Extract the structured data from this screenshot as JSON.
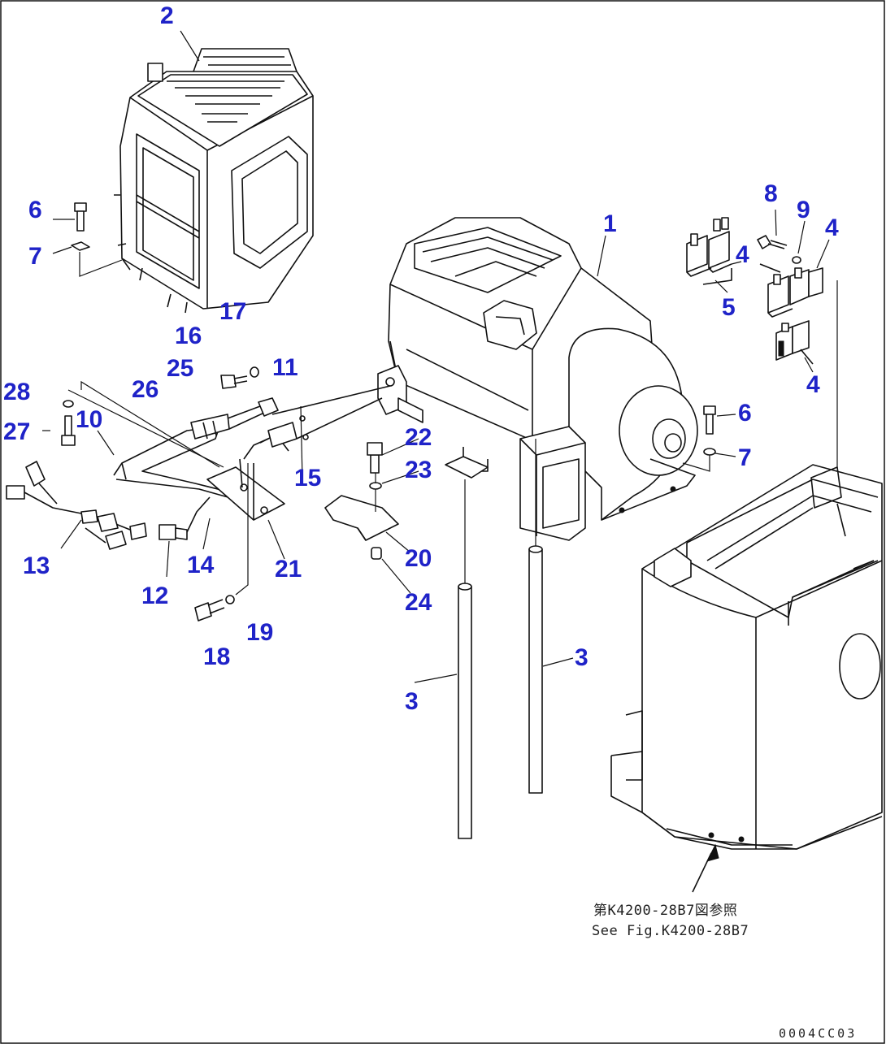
{
  "diagram": {
    "callouts": [
      {
        "id": "c2",
        "text": "2"
      },
      {
        "id": "c1",
        "text": "1"
      },
      {
        "id": "c8",
        "text": "8"
      },
      {
        "id": "c9",
        "text": "9"
      },
      {
        "id": "c4a",
        "text": "4"
      },
      {
        "id": "c4b",
        "text": "4"
      },
      {
        "id": "c5",
        "text": "5"
      },
      {
        "id": "c4c",
        "text": "4"
      },
      {
        "id": "c6a",
        "text": "6"
      },
      {
        "id": "c7a",
        "text": "7"
      },
      {
        "id": "c6b",
        "text": "6"
      },
      {
        "id": "c7b",
        "text": "7"
      },
      {
        "id": "c17",
        "text": "17"
      },
      {
        "id": "c16",
        "text": "16"
      },
      {
        "id": "c11",
        "text": "11"
      },
      {
        "id": "c25",
        "text": "25"
      },
      {
        "id": "c28",
        "text": "28"
      },
      {
        "id": "c26",
        "text": "26"
      },
      {
        "id": "c27",
        "text": "27"
      },
      {
        "id": "c10",
        "text": "10"
      },
      {
        "id": "c22",
        "text": "22"
      },
      {
        "id": "c23",
        "text": "23"
      },
      {
        "id": "c15",
        "text": "15"
      },
      {
        "id": "c20",
        "text": "20"
      },
      {
        "id": "c13",
        "text": "13"
      },
      {
        "id": "c14",
        "text": "14"
      },
      {
        "id": "c21",
        "text": "21"
      },
      {
        "id": "c24",
        "text": "24"
      },
      {
        "id": "c12",
        "text": "12"
      },
      {
        "id": "c19",
        "text": "19"
      },
      {
        "id": "c18",
        "text": "18"
      },
      {
        "id": "c3a",
        "text": "3"
      },
      {
        "id": "c3b",
        "text": "3"
      }
    ],
    "reference_note": {
      "line_jp": "第K4200-28B7図参照",
      "line_en": "See Fig.K4200-28B7"
    },
    "figure_code": "0004CC03"
  }
}
